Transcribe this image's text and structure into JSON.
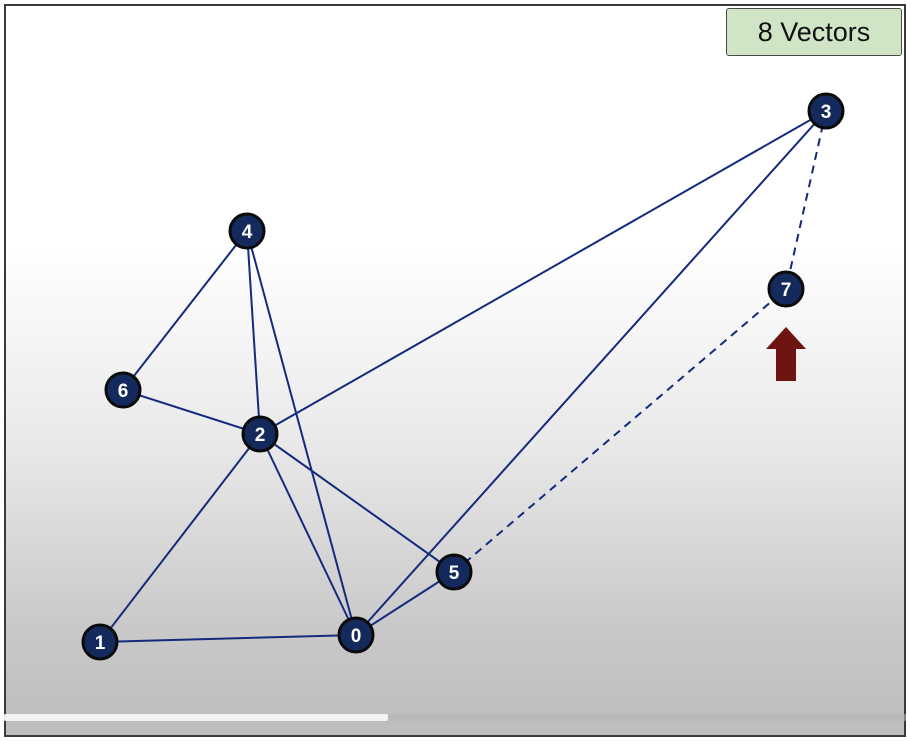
{
  "badge": {
    "label": "8 Vectors"
  },
  "colors": {
    "edge": "#142a7c",
    "node_fill": "#152a5c",
    "node_stroke": "#0a0a0a",
    "arrow": "#6e1511",
    "badge_bg": "#cfe5c6"
  },
  "nodes": [
    {
      "id": "0",
      "label": "0"
    },
    {
      "id": "1",
      "label": "1"
    },
    {
      "id": "2",
      "label": "2"
    },
    {
      "id": "3",
      "label": "3"
    },
    {
      "id": "4",
      "label": "4"
    },
    {
      "id": "5",
      "label": "5"
    },
    {
      "id": "6",
      "label": "6"
    },
    {
      "id": "7",
      "label": "7"
    }
  ],
  "edges": [
    {
      "from": "1",
      "to": "0",
      "style": "solid"
    },
    {
      "from": "1",
      "to": "2",
      "style": "solid"
    },
    {
      "from": "2",
      "to": "0",
      "style": "solid"
    },
    {
      "from": "2",
      "to": "4",
      "style": "solid"
    },
    {
      "from": "4",
      "to": "0",
      "style": "solid"
    },
    {
      "from": "4",
      "to": "6",
      "style": "solid"
    },
    {
      "from": "6",
      "to": "2",
      "style": "solid"
    },
    {
      "from": "2",
      "to": "5",
      "style": "solid"
    },
    {
      "from": "2",
      "to": "3",
      "style": "solid"
    },
    {
      "from": "0",
      "to": "3",
      "style": "solid"
    },
    {
      "from": "0",
      "to": "5",
      "style": "solid"
    },
    {
      "from": "5",
      "to": "7",
      "style": "dashed"
    },
    {
      "from": "3",
      "to": "7",
      "style": "dashed"
    }
  ],
  "marker": {
    "icon": "up-arrow-icon",
    "target": "7"
  }
}
